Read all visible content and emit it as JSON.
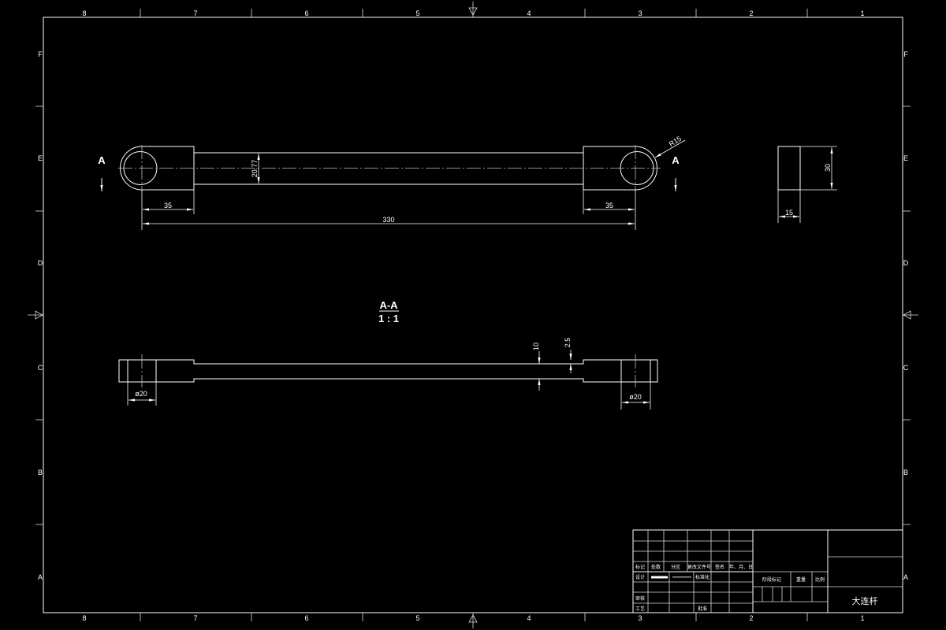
{
  "sheet": {
    "zone_columns": [
      "8",
      "7",
      "6",
      "5",
      "4",
      "3",
      "2",
      "1"
    ],
    "zone_rows": [
      "F",
      "E",
      "D",
      "C",
      "B",
      "A"
    ]
  },
  "plan_view": {
    "section_mark_left": "A",
    "section_mark_right": "A",
    "dim_left_boss": "35",
    "dim_right_boss": "35",
    "dim_center_distance": "330",
    "dim_bar_width": "20.77",
    "dim_end_radius": "R15"
  },
  "side_view": {
    "dim_height": "30",
    "dim_thickness": "15"
  },
  "section_view": {
    "title": "A-A",
    "scale": "1 : 1",
    "dim_bar_thickness": "10",
    "dim_step": "2.5",
    "dim_hole_left": "ø20",
    "dim_hole_right": "ø20"
  },
  "title_block": {
    "headers": [
      "标记",
      "处数",
      "分区",
      "更改文件号",
      "签名",
      "年、月、日"
    ],
    "design_label": "设计",
    "standardization_label": "标准化",
    "stage_mark_label": "阶段标记",
    "weight_label": "重量",
    "scale_label": "比例",
    "review_label": "审核",
    "process_label": "工艺",
    "approve_label": "批准",
    "part_name": "大连杆"
  },
  "colors": {
    "background": "#000000",
    "line": "#ffffff",
    "centerline": "#bfbfbf"
  }
}
